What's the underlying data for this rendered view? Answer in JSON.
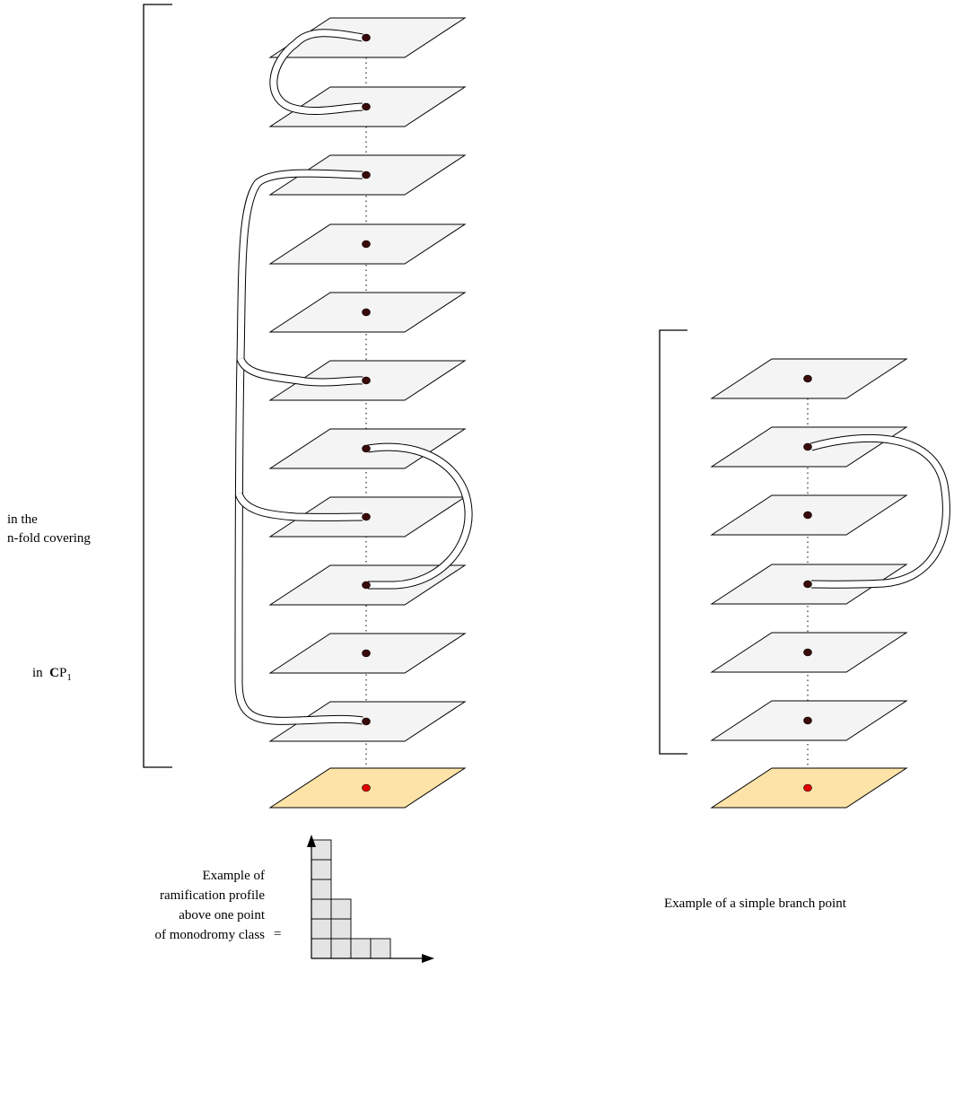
{
  "labels": {
    "covering_line1": "in the",
    "covering_line2": "n-fold covering",
    "cp_prefix": "in",
    "cp_bold": "C",
    "cp_mid": "P",
    "cp_sub": "1",
    "profile_lines": [
      "Example of",
      "ramification profile",
      "above one point",
      "of monodromy class"
    ],
    "equals": "=",
    "simple_branch": "Example of a simple branch point"
  },
  "colors": {
    "sheet_fill": "#f4f4f4",
    "base_fill": "#fde3a7",
    "point_dark": "#3a0a0a",
    "point_red": "#e00000",
    "cell_fill": "#e4e4e4",
    "tube_fill": "#ffffff",
    "stroke": "#000000"
  },
  "diagrams": {
    "left": {
      "sheet_count": 11,
      "has_base": true
    },
    "right": {
      "sheet_count": 6,
      "has_base": true
    }
  },
  "profile": {
    "columns": [
      6,
      3,
      1,
      1
    ]
  }
}
